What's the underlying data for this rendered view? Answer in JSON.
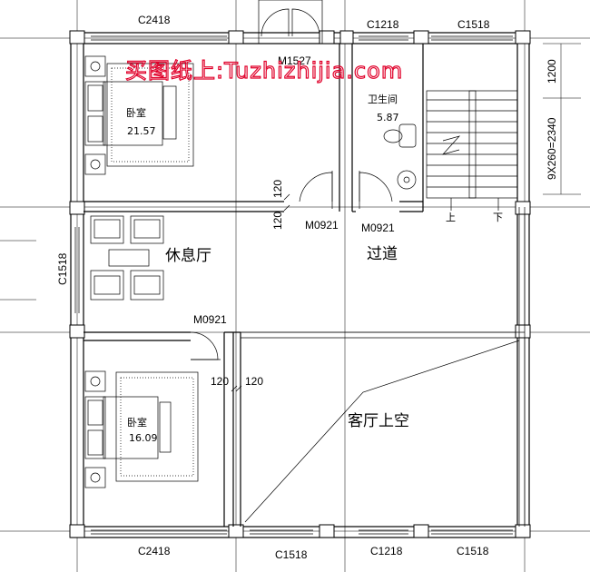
{
  "watermark": "买图纸上:Tuzhizhijia.com",
  "rooms": {
    "bedroom_top": {
      "name": "卧室",
      "area": "21.57"
    },
    "bathroom": {
      "name": "卫生间",
      "area": "5.87"
    },
    "lounge": {
      "name": "休息厅"
    },
    "corridor": {
      "name": "过道"
    },
    "bedroom_bottom": {
      "name": "卧室",
      "area": "16.09"
    },
    "living_void": {
      "name": "客厅上空"
    }
  },
  "windows": {
    "top_left": "C2418",
    "top_mid": "C1218",
    "top_right": "C1518",
    "left": "C1518",
    "bottom_left": "C2418",
    "bottom_mid1": "C1518",
    "bottom_mid2": "C1218",
    "bottom_right": "C1518"
  },
  "doors": {
    "main": "M1527",
    "corridor_left": "M0921",
    "corridor_right": "M0921",
    "lounge": "M0921"
  },
  "wall_dims": {
    "a": "120",
    "b": "120",
    "c": "120",
    "d": "120"
  },
  "stairs": {
    "up": "上",
    "down": "下",
    "dim_top": "1200",
    "dim_run": "9X260=2340"
  }
}
